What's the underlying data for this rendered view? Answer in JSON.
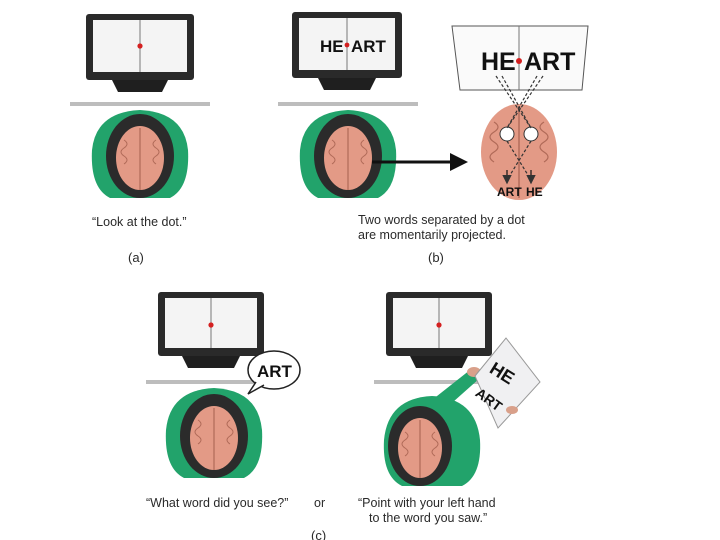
{
  "panels": {
    "a": {
      "label": "(a)",
      "caption": "“Look at the dot.”"
    },
    "b": {
      "label": "(b)",
      "caption_line1": "Two words separated by a dot",
      "caption_line2": "are momentarily projected.",
      "screen_word_left": "HE",
      "screen_word_right": "ART",
      "enlarged_word_left": "HE",
      "enlarged_word_right": "ART",
      "brain_label_left": "ART",
      "brain_label_right": "HE"
    },
    "c": {
      "label": "(c)",
      "caption_left": "“What word did you see?”",
      "caption_or": "or",
      "caption_right_line1": "“Point with your left hand",
      "caption_right_line2": "to the word you saw.”",
      "speech_bubble": "ART",
      "card_word_1": "HE",
      "card_word_2": "ART"
    }
  },
  "colors": {
    "shirt": "#22a36b",
    "brain": "#e39a86",
    "hair": "#2b2b2b",
    "dot": "#d42020",
    "monitor": "#2a2a2a"
  }
}
